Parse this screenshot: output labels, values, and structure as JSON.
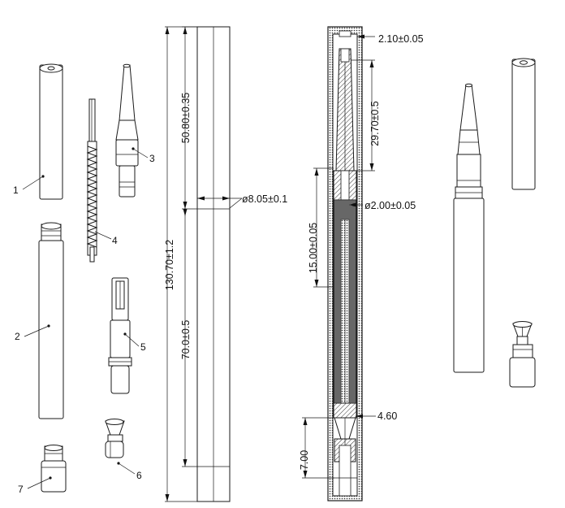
{
  "parts": [
    {
      "number": "1"
    },
    {
      "number": "2"
    },
    {
      "number": "3"
    },
    {
      "number": "4"
    },
    {
      "number": "5"
    },
    {
      "number": "6"
    },
    {
      "number": "7"
    }
  ],
  "dimensions": {
    "overall_length": "130.70±1.2",
    "upper_length": "50.80±0.35",
    "lower_length": "70.0±0.5",
    "outer_diameter": "ø8.05±0.1",
    "top_gap": "2.10±0.05",
    "tip_length": "29.70±0.5",
    "lead_diameter": "ø2.00±0.05",
    "spring_length": "15.00±0.05",
    "bottom_width": "4.60",
    "bottom_height": "7.00"
  }
}
